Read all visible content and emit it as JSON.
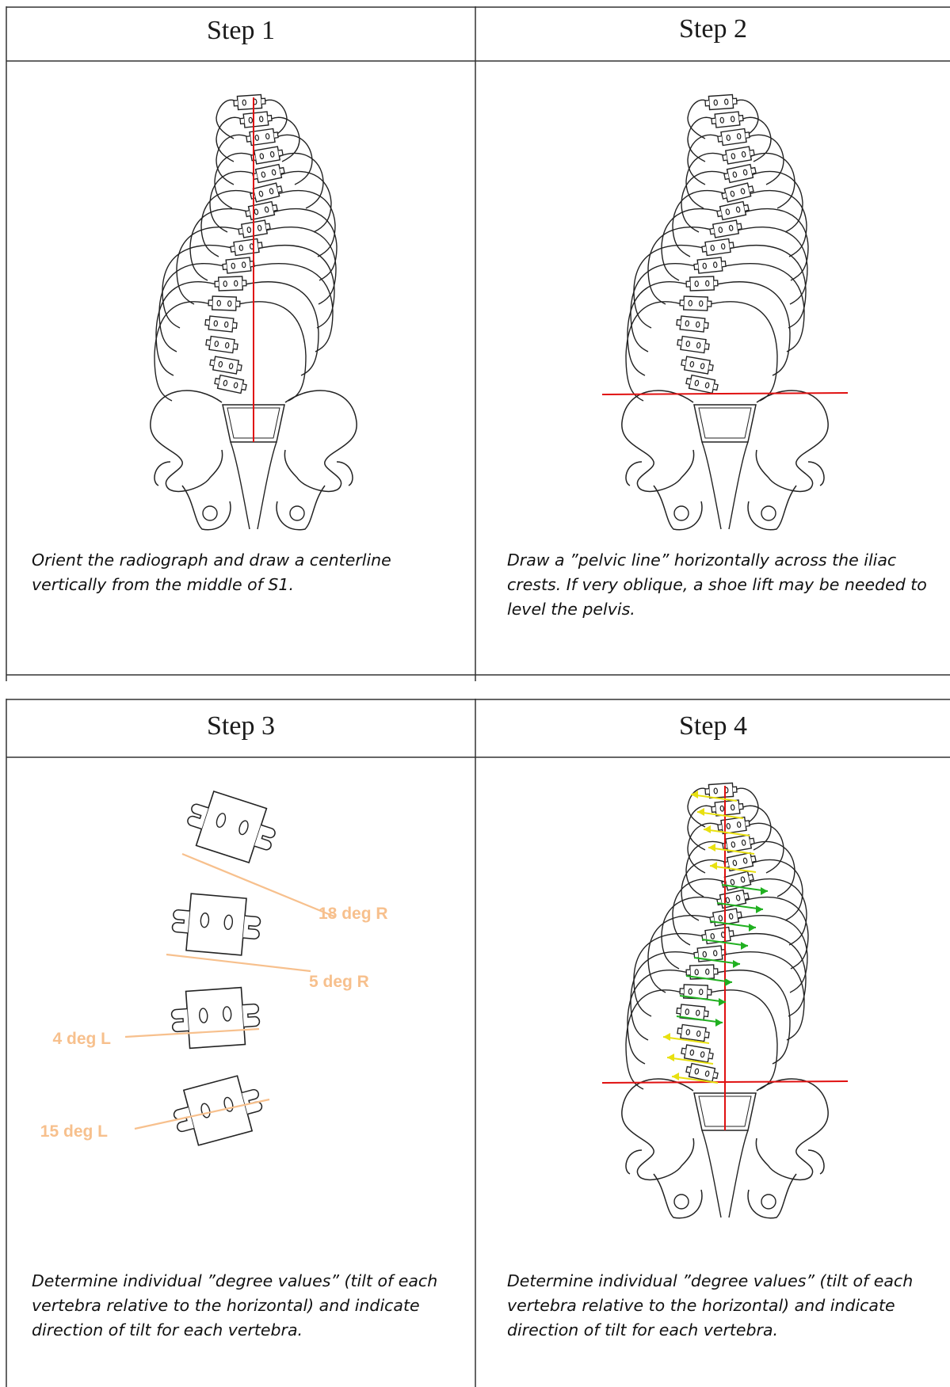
{
  "steps": [
    {
      "title": "Step 1",
      "caption": "Orient the radiograph and draw a centerline vertically from the middle of S1."
    },
    {
      "title": "Step 2",
      "caption": "Draw a ”pelvic line” horizontally across the iliac crests. If very oblique, a shoe lift may be needed  to level the pelvis."
    },
    {
      "title": "Step 3",
      "caption": "Determine individual ”degree values” (tilt of each vertebra relative to the horizontal) and indicate direction of tilt for each vertebra."
    },
    {
      "title": "Step 4",
      "caption": "Determine individual ”degree values” (tilt of each vertebra relative to the horizontal) and indicate direction of tilt for each vertebra."
    }
  ],
  "step3_vertebrae": [
    {
      "label": "18 deg R",
      "degrees": 18,
      "direction": "R"
    },
    {
      "label": "5 deg R",
      "degrees": 5,
      "direction": "R"
    },
    {
      "label": "4 deg L",
      "degrees": 4,
      "direction": "L"
    },
    {
      "label": "15 deg L",
      "degrees": 15,
      "direction": "L"
    }
  ],
  "colors": {
    "centerline": "#e01010",
    "pelvic_line": "#e01010",
    "tilt_line": "#f7c08d",
    "arrow_left_tilt": "#e8e010",
    "arrow_right_tilt": "#20b020",
    "outline": "#222222"
  }
}
